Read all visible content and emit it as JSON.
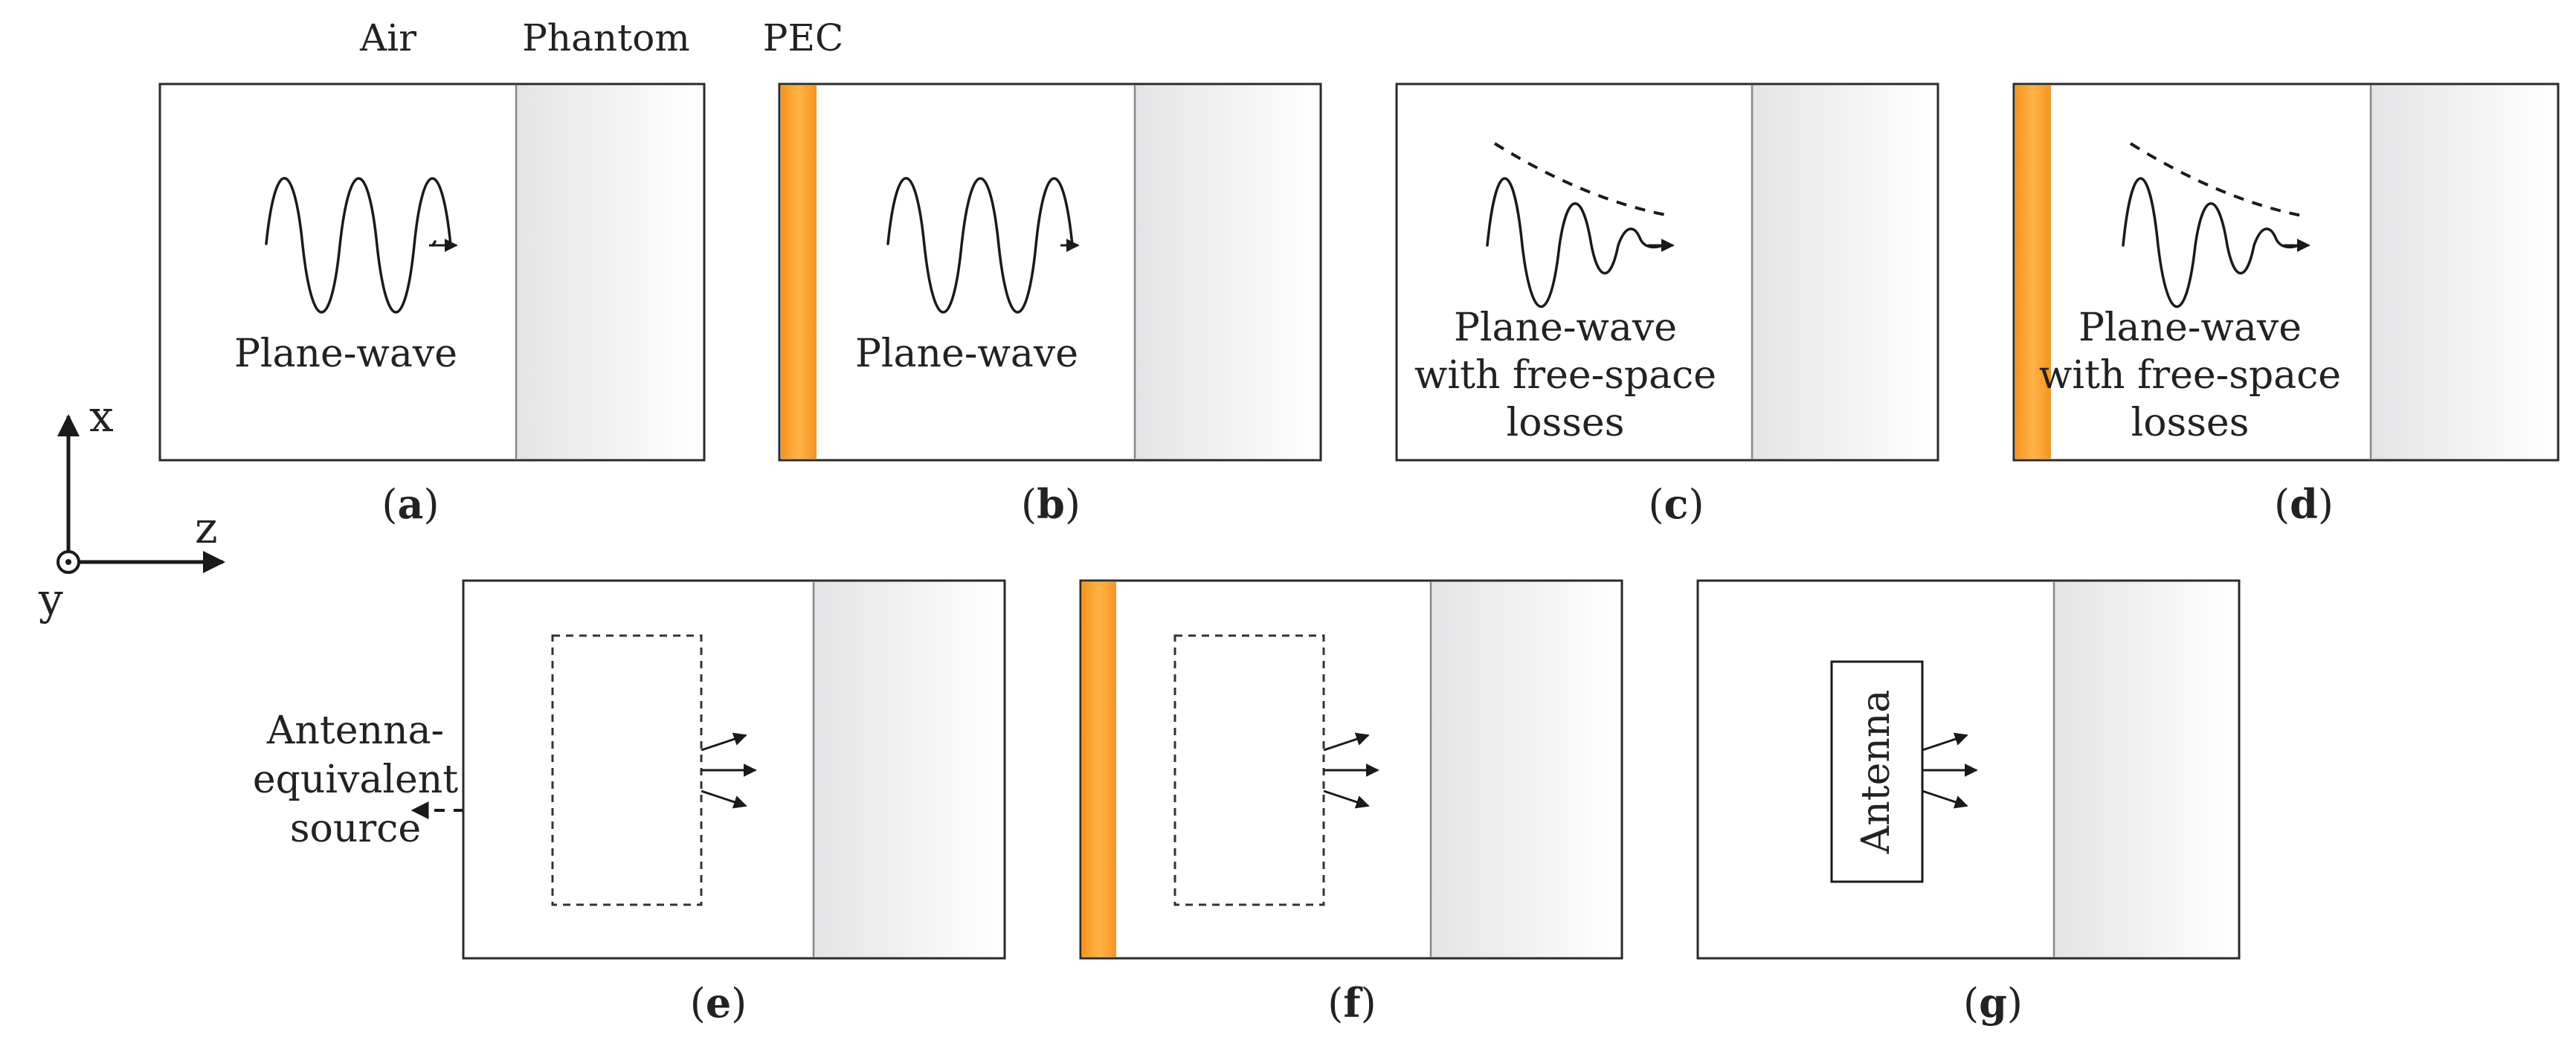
{
  "header_labels": {
    "air": "Air",
    "phantom": "Phantom",
    "pec": "PEC"
  },
  "panels": [
    {
      "id": "a",
      "caption": "a",
      "pec": false,
      "content": "plane-wave",
      "text": [
        "Plane-wave"
      ]
    },
    {
      "id": "b",
      "caption": "b",
      "pec": true,
      "content": "plane-wave",
      "text": [
        "Plane-wave"
      ]
    },
    {
      "id": "c",
      "caption": "c",
      "pec": false,
      "content": "decaying-wave",
      "text": [
        "Plane-wave",
        "with free-space",
        "losses"
      ]
    },
    {
      "id": "d",
      "caption": "d",
      "pec": true,
      "content": "decaying-wave",
      "text": [
        "Plane-wave",
        "with free-space",
        "losses"
      ]
    },
    {
      "id": "e",
      "caption": "e",
      "pec": false,
      "content": "equivalent-source",
      "text": []
    },
    {
      "id": "f",
      "caption": "f",
      "pec": true,
      "content": "equivalent-source",
      "text": []
    },
    {
      "id": "g",
      "caption": "g",
      "pec": false,
      "content": "antenna",
      "text": [
        "Antenna"
      ]
    }
  ],
  "side_label": [
    "Antenna-",
    "equivalent",
    "source"
  ],
  "axes": {
    "x": "x",
    "z": "z",
    "y": "y"
  },
  "colors": {
    "pec": "#f7941d",
    "pec_light": "#ffb347",
    "phantom_start": "#e4e4e6",
    "phantom_end": "#ffffff"
  }
}
